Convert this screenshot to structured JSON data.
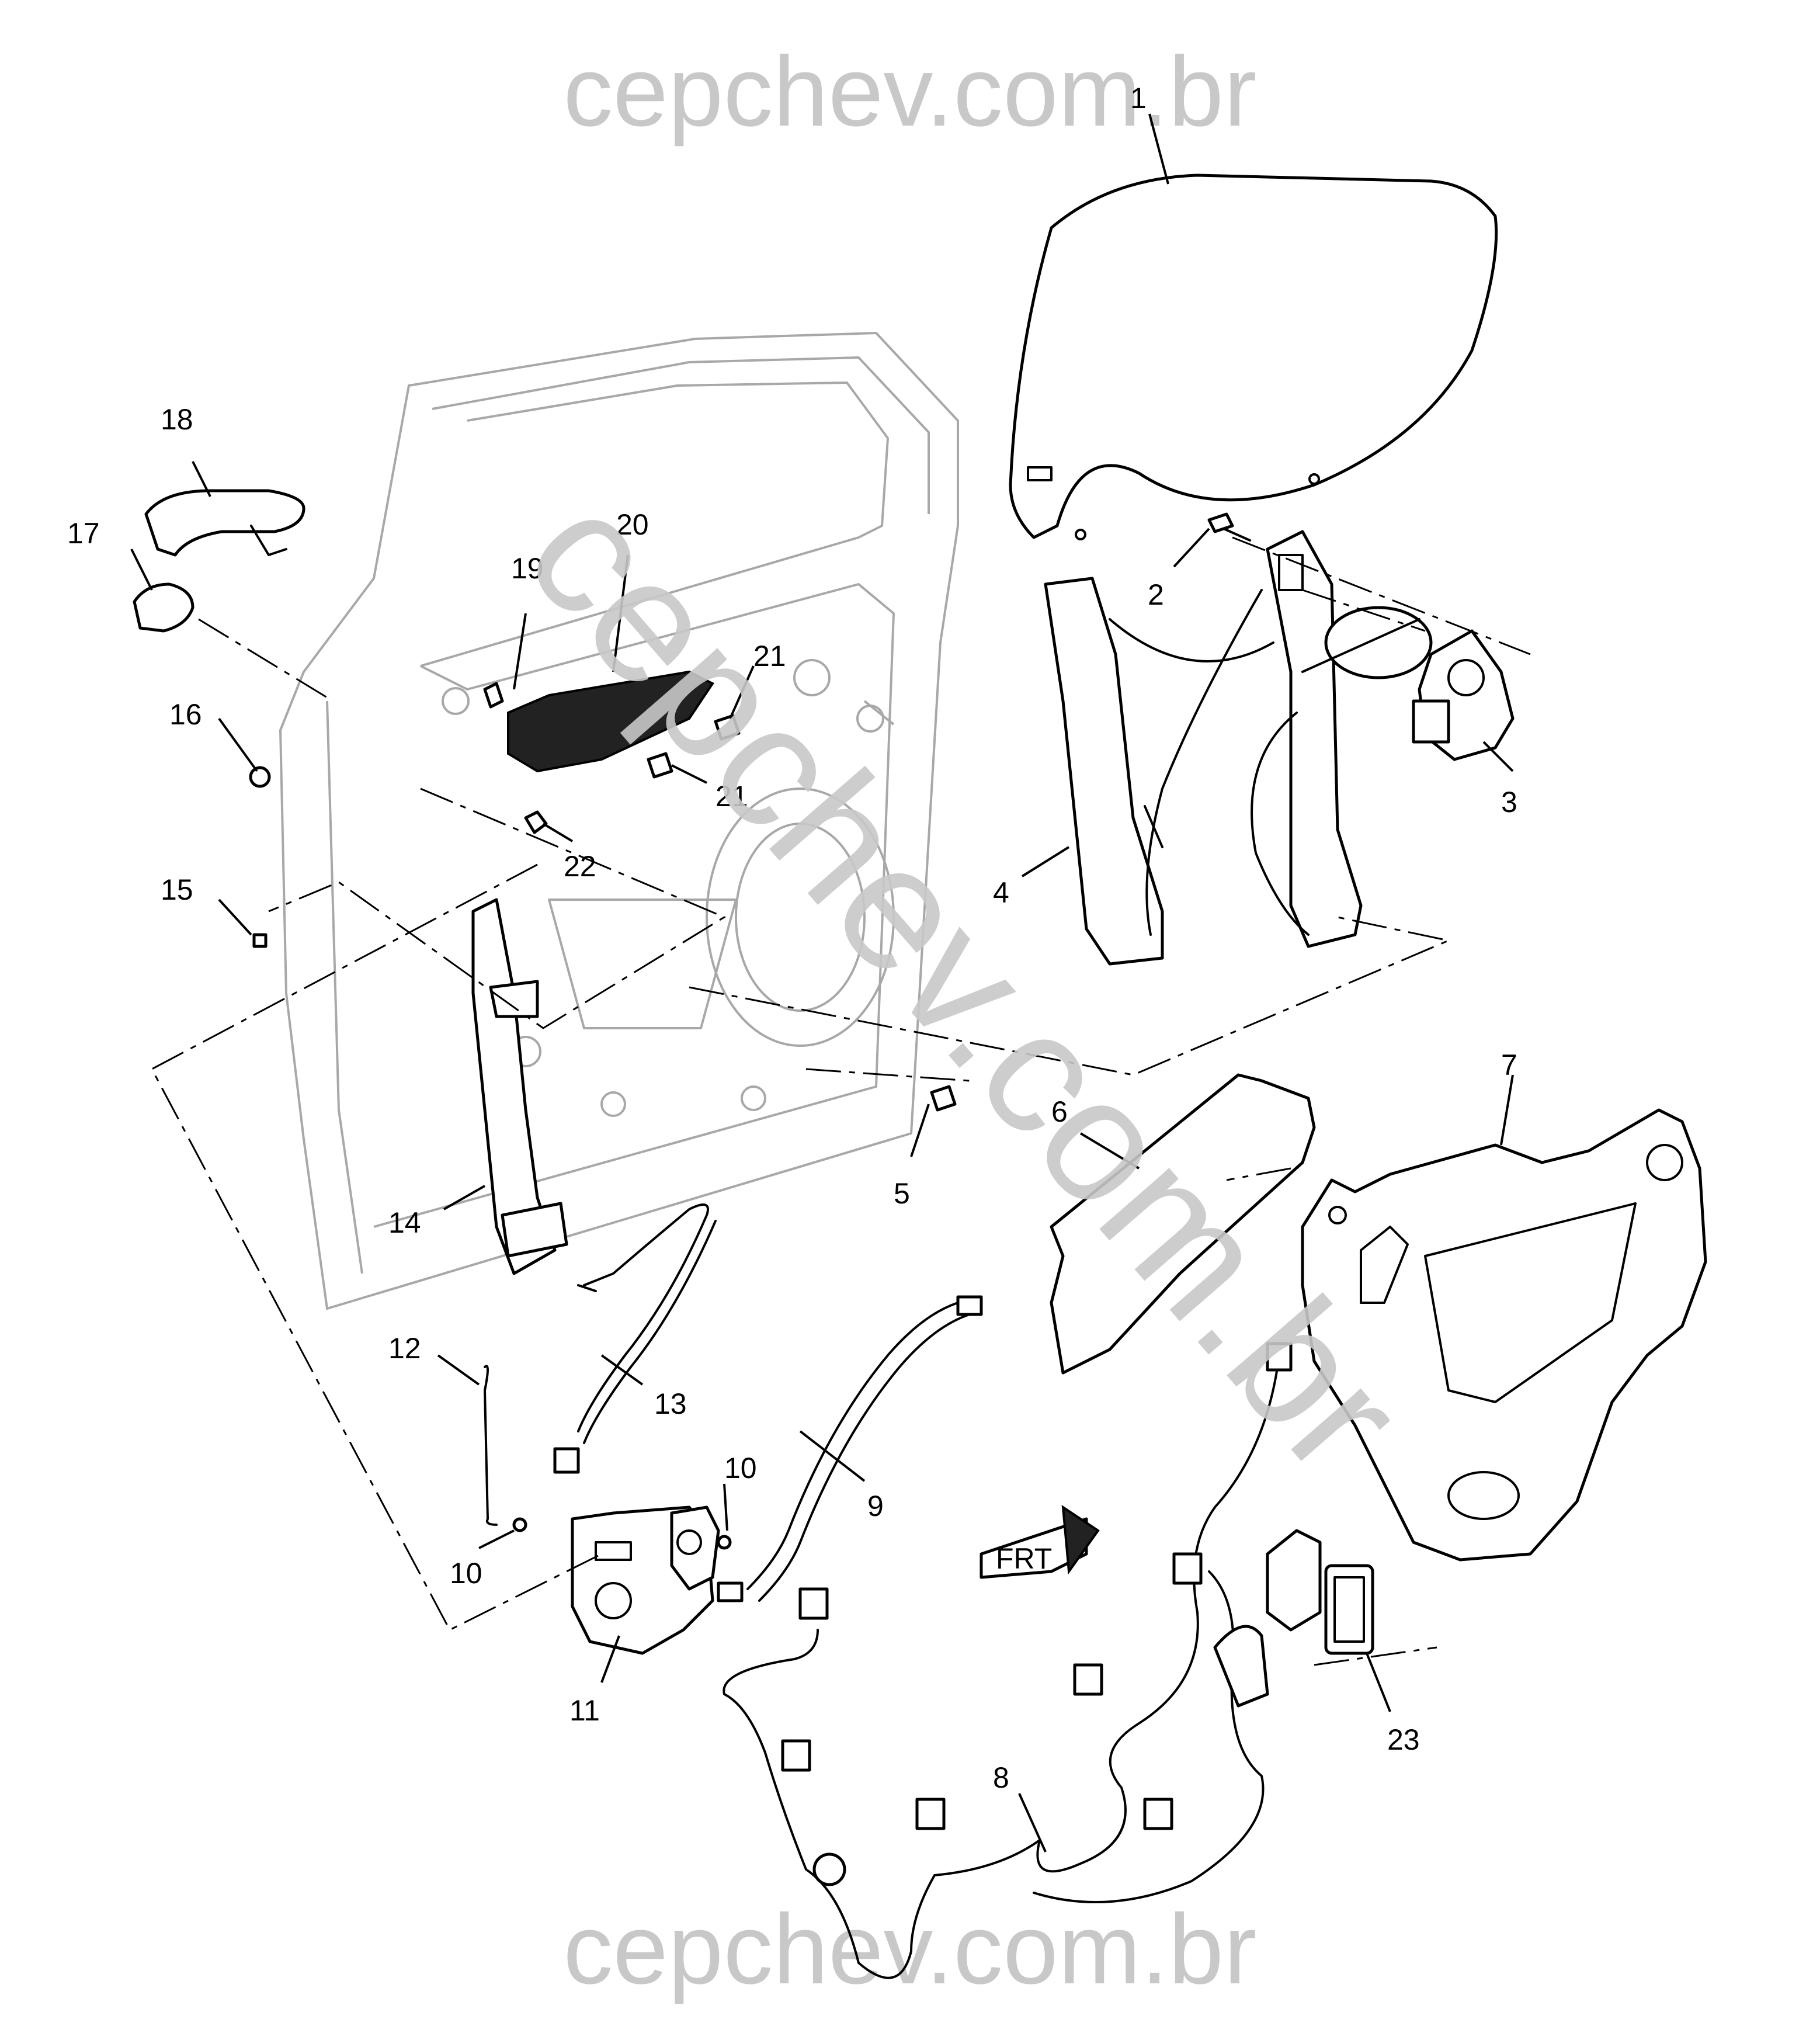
{
  "watermark": {
    "top": "cepchev.com.br",
    "bottom": "cepchev.com.br",
    "diagonal": "cepchev.com.br",
    "color": "#c8c8c8"
  },
  "orientation_badge": {
    "label": "FRT",
    "icon": "front-arrow-icon"
  },
  "callouts": [
    "1",
    "2",
    "3",
    "4",
    "5",
    "6",
    "7",
    "8",
    "9",
    "10",
    "10",
    "10",
    "11",
    "12",
    "13",
    "14",
    "15",
    "16",
    "17",
    "18",
    "19",
    "20",
    "21",
    "21",
    "22",
    "23"
  ]
}
